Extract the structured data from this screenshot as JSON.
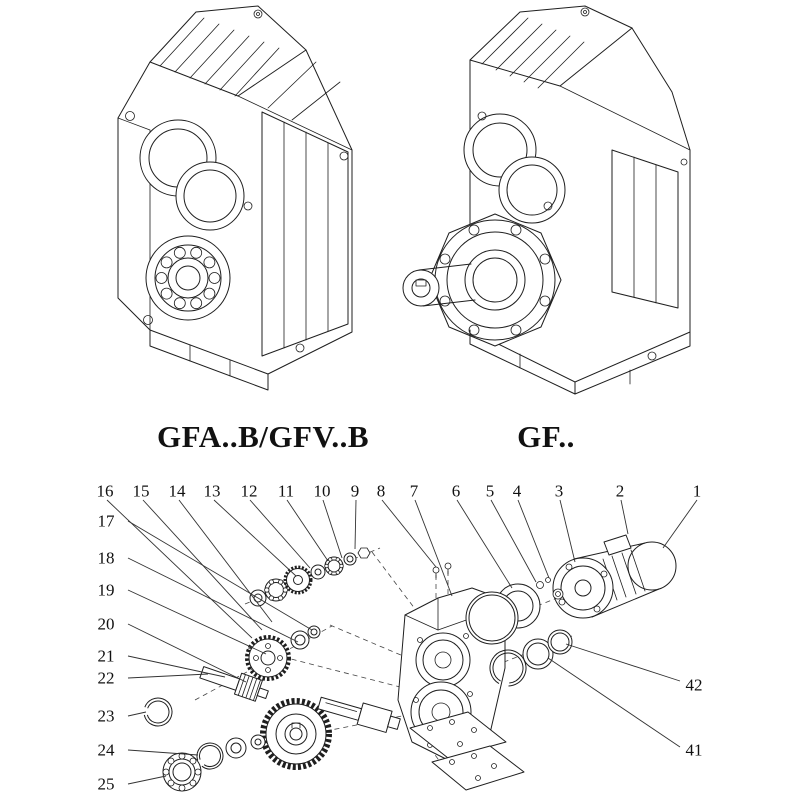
{
  "page": {
    "background_color": "#ffffff",
    "line_color": "#1f1f1f"
  },
  "figures": {
    "left": {
      "caption": "GFA..B/GFV..B",
      "alt": "parallel shaft gear reducer line drawing"
    },
    "right": {
      "caption": "GF..",
      "alt": "parallel shaft gear reducer with output flange and shaft line drawing"
    }
  },
  "exploded": {
    "alt": "exploded parts diagram of gear reducer",
    "callouts": {
      "top": [
        "16",
        "15",
        "14",
        "13",
        "12",
        "11",
        "10",
        "9",
        "8",
        "7",
        "6",
        "5",
        "4",
        "3",
        "2",
        "1"
      ],
      "left": [
        "17",
        "18",
        "19",
        "20",
        "21",
        "22",
        "23",
        "24",
        "25"
      ],
      "right": [
        "42",
        "41"
      ]
    }
  }
}
